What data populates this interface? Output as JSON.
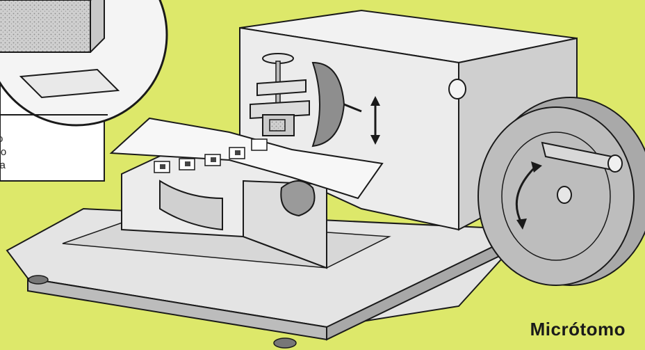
{
  "inset_text": {
    "line1": "o",
    "line2": "omo",
    "line3": "valha"
  },
  "caption": "Micrótomo",
  "colors": {
    "background": "#dde86a",
    "metal": "#e7e7e7",
    "shadow": "#8f8f8f",
    "outline": "#1a1a1a"
  }
}
